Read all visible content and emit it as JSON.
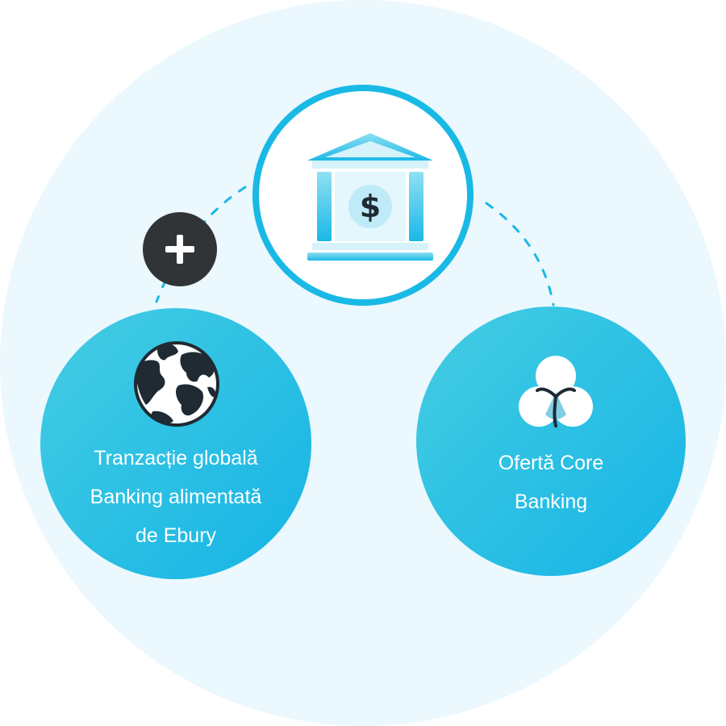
{
  "diagram": {
    "center": {
      "icon": "bank-dollar-icon"
    },
    "connector": {
      "icon": "plus-icon"
    },
    "nodes": [
      {
        "id": "global-transaction-banking",
        "icon": "globe-icon",
        "label_lines": [
          "Tranzacție globală",
          "Banking alimentată",
          "de Ebury"
        ]
      },
      {
        "id": "core-banking-offer",
        "icon": "venn-icon",
        "label_lines": [
          "Ofertă Core",
          "Banking"
        ]
      }
    ]
  },
  "colors": {
    "background_disc": "#ebf8fd",
    "node_gradient_start": "#45cde2",
    "node_gradient_end": "#15b4e6",
    "ring": "#19b9e6",
    "connector_dark": "#303437",
    "icon_dark": "#1f2a33"
  }
}
